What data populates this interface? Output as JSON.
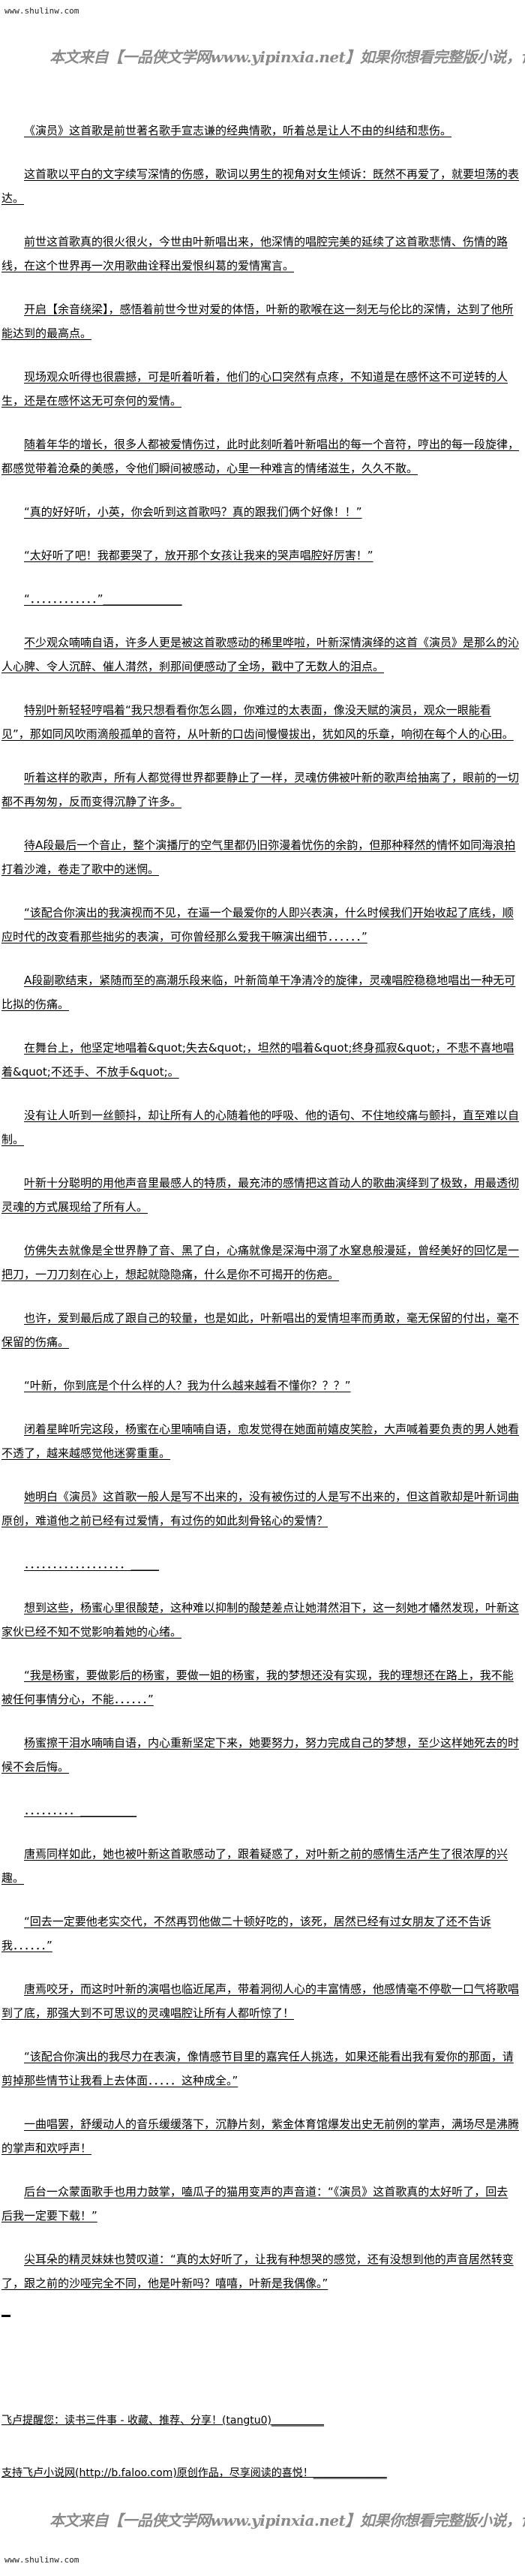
{
  "site": {
    "domain": "www.shulinw.com"
  },
  "banner": {
    "text": "本文来自【一品侠文学网www.yipinxia.net】如果你想看完整版小说，请"
  },
  "article": {
    "paragraphs": [
      "《演员》这首歌是前世著名歌手宣志谦的经典情歌，听着总是让人不由的纠结和悲伤。",
      "这首歌以平白的文字续写深情的伤感，歌词以男生的视角对女生倾诉：既然不再爱了，就要坦荡的表达。",
      "前世这首歌真的很火很火，今世由叶新唱出来，他深情的唱腔完美的延续了这首歌悲情、伤情的路线，在这个世界再一次用歌曲诠释出爱恨纠葛的爱情寓言。",
      "开启【余音绕梁】，感悟着前世今世对爱的体悟，叶新的歌喉在这一刻无与伦比的深情，达到了他所能达到的最高点。",
      "现场观众听得也很震撼，可是听着听着，他们的心口突然有点疼，不知道是在感怀这不可逆转的人生，还是在感怀这无可奈何的爱情。",
      "随着年华的增长，很多人都被爱情伤过，此时此刻听着叶新唱出的每一个音符，哼出的每一段旋律，都感觉带着沧桑的美感，令他们瞬间被感动，心里一种难言的情绪滋生，久久不散。",
      "“真的好好听，小英，你会听到这首歌吗？真的跟我们俩个好像！！”",
      "“太好听了吧！我都要哭了，放开那个女孩让我来的哭声唱腔好厉害！”",
      "“．．．．．．．．．．．．”______________",
      "不少观众喃喃自语，许多人更是被这首歌感动的稀里哗啦，叶新深情演绎的这首《演员》是那么的沁人心脾、令人沉醉、催人潸然，刹那间便感动了全场，戳中了无数人的泪点。",
      "特别叶新轻轻哼唱着“我只想看看你怎么圆，你难过的太表面，像没天赋的演员，观众一眼能看见”，那如同风吹雨滴般孤单的音符，从叶新的口齿间慢慢拔出，犹如风的乐章，响彻在每个人的心田。",
      "听着这样的歌声，所有人都觉得世界都要静止了一样，灵魂仿佛被叶新的歌声给抽离了，眼前的一切都不再匆匆，反而变得沉静了许多。",
      "待A段最后一个音止，整个演播厅的空气里都仍旧弥漫着忧伤的余韵，但那种释然的情怀如同海浪拍打着沙滩，卷走了歌中的迷惘。",
      "“该配合你演出的我演视而不见，在逼一个最爱你的人即兴表演，什么时候我们开始收起了底线，顺应时代的改变看那些拙劣的表演，可你曾经那么爱我干嘛演出细节．．．．．．”",
      "A段副歌结束，紧随而至的高潮乐段来临，叶新简单干净清冷的旋律，灵魂唱腔稳稳地唱出一种无可比拟的伤痛。",
      "在舞台上，他坚定地唱着&quot;失去&quot;，坦然的唱着&quot;终身孤寂&quot;，不悲不喜地唱着&quot;不还手、不放手&quot;。",
      "没有让人听到一丝颤抖，却让所有人的心随着他的呼吸、他的语句、不住地绞痛与颤抖，直至难以自制。",
      "叶新十分聪明的用他声音里最感人的特质，最充沛的感情把这首动人的歌曲演绎到了极致，用最透彻灵魂的方式展现给了所有人。",
      "仿佛失去就像是全世界静了音、黑了白，心痛就像是深海中溺了水窒息般漫延，曾经美好的回忆是一把刀，一刀刀刻在心上，想起就隐隐痛，什么是你不可揭开的伤疤。",
      "也许，爱到最后成了跟自己的较量，也是如此，叶新唱出的爱情坦率而勇敢，毫无保留的付出，毫不保留的伤痛。",
      "“叶新，你到底是个什么样的人？我为什么越来越看不懂你？？？”",
      "闭着星眸听完这段，杨蜜在心里喃喃自语，愈发觉得在她面前嬉皮笑脸，大声喊着要负责的男人她看不透了，越来越感觉他迷雾重重。",
      "她明白《演员》这首歌一般人是写不出来的，没有被伤过的人是写不出来的，但这首歌却是叶新词曲原创，难道他之前已经有过爱情，有过伤的如此刻骨铭心的爱情？",
      "．．．．．．．．．．．．．．．．．．_____",
      "想到这些，杨蜜心里很酸楚，这种难以抑制的酸楚差点让她潸然泪下，这一刻她才幡然发现，叶新这家伙已经不知不觉影响着她的心绪。",
      "“我是杨蜜，要做影后的杨蜜，要做一姐的杨蜜，我的梦想还没有实现，我的理想还在路上，我不能被任何事情分心，不能．．．．．．”",
      "杨蜜擦干泪水喃喃自语，内心重新坚定下来，她要努力，努力完成自己的梦想，至少这样她死去的时候不会后悔。",
      "．．．．．．．．．__________",
      "唐焉同样如此，她也被叶新这首歌感动了，跟着疑惑了，对叶新之前的感情生活产生了很浓厚的兴趣。",
      "“回去一定要他老实交代，不然再罚他做二十顿好吃的，该死，居然已经有过女朋友了还不告诉我．．．．．．”",
      "唐焉咬牙，而这时叶新的演唱也临近尾声，带着洞彻人心的丰富情感，他感情毫不停歇一口气将歌唱到了底，那强大到不可思议的灵魂唱腔让所有人都听惊了！",
      "“该配合你演出的我尽力在表演，像情感节目里的嘉宾任人挑选，如果还能看出我有爱你的那面，请剪掉那些情节让我看上去体面．．．．．这种成全。”",
      "一曲唱罢，舒缓动人的音乐缓缓落下，沉静片刻，紫金体育馆爆发出史无前例的掌声，满场尽是沸腾的掌声和欢呼声！",
      "后台一众蒙面歌手也用力鼓掌，嗑瓜子的猫用变声的声音道：“《演员》这首歌真的太好听了，回去后我一定要下载！”",
      "尖耳朵的精灵妹妹也赞叹道：“真的太好听了，让我有种想哭的感觉，还有没想到他的声音居然转变了，跟之前的沙哑完全不同，他是叶新吗？嘻嘻，叶新是我偶像。”"
    ]
  },
  "notes": {
    "reminder": "飞卢提醒您：读书三件事 - 收藏、推荐、分享！(tangtu0)__________",
    "support": "支持飞卢小说网(http://b.faloo.com)原创作品，尽享阅读的喜悦！______________"
  }
}
